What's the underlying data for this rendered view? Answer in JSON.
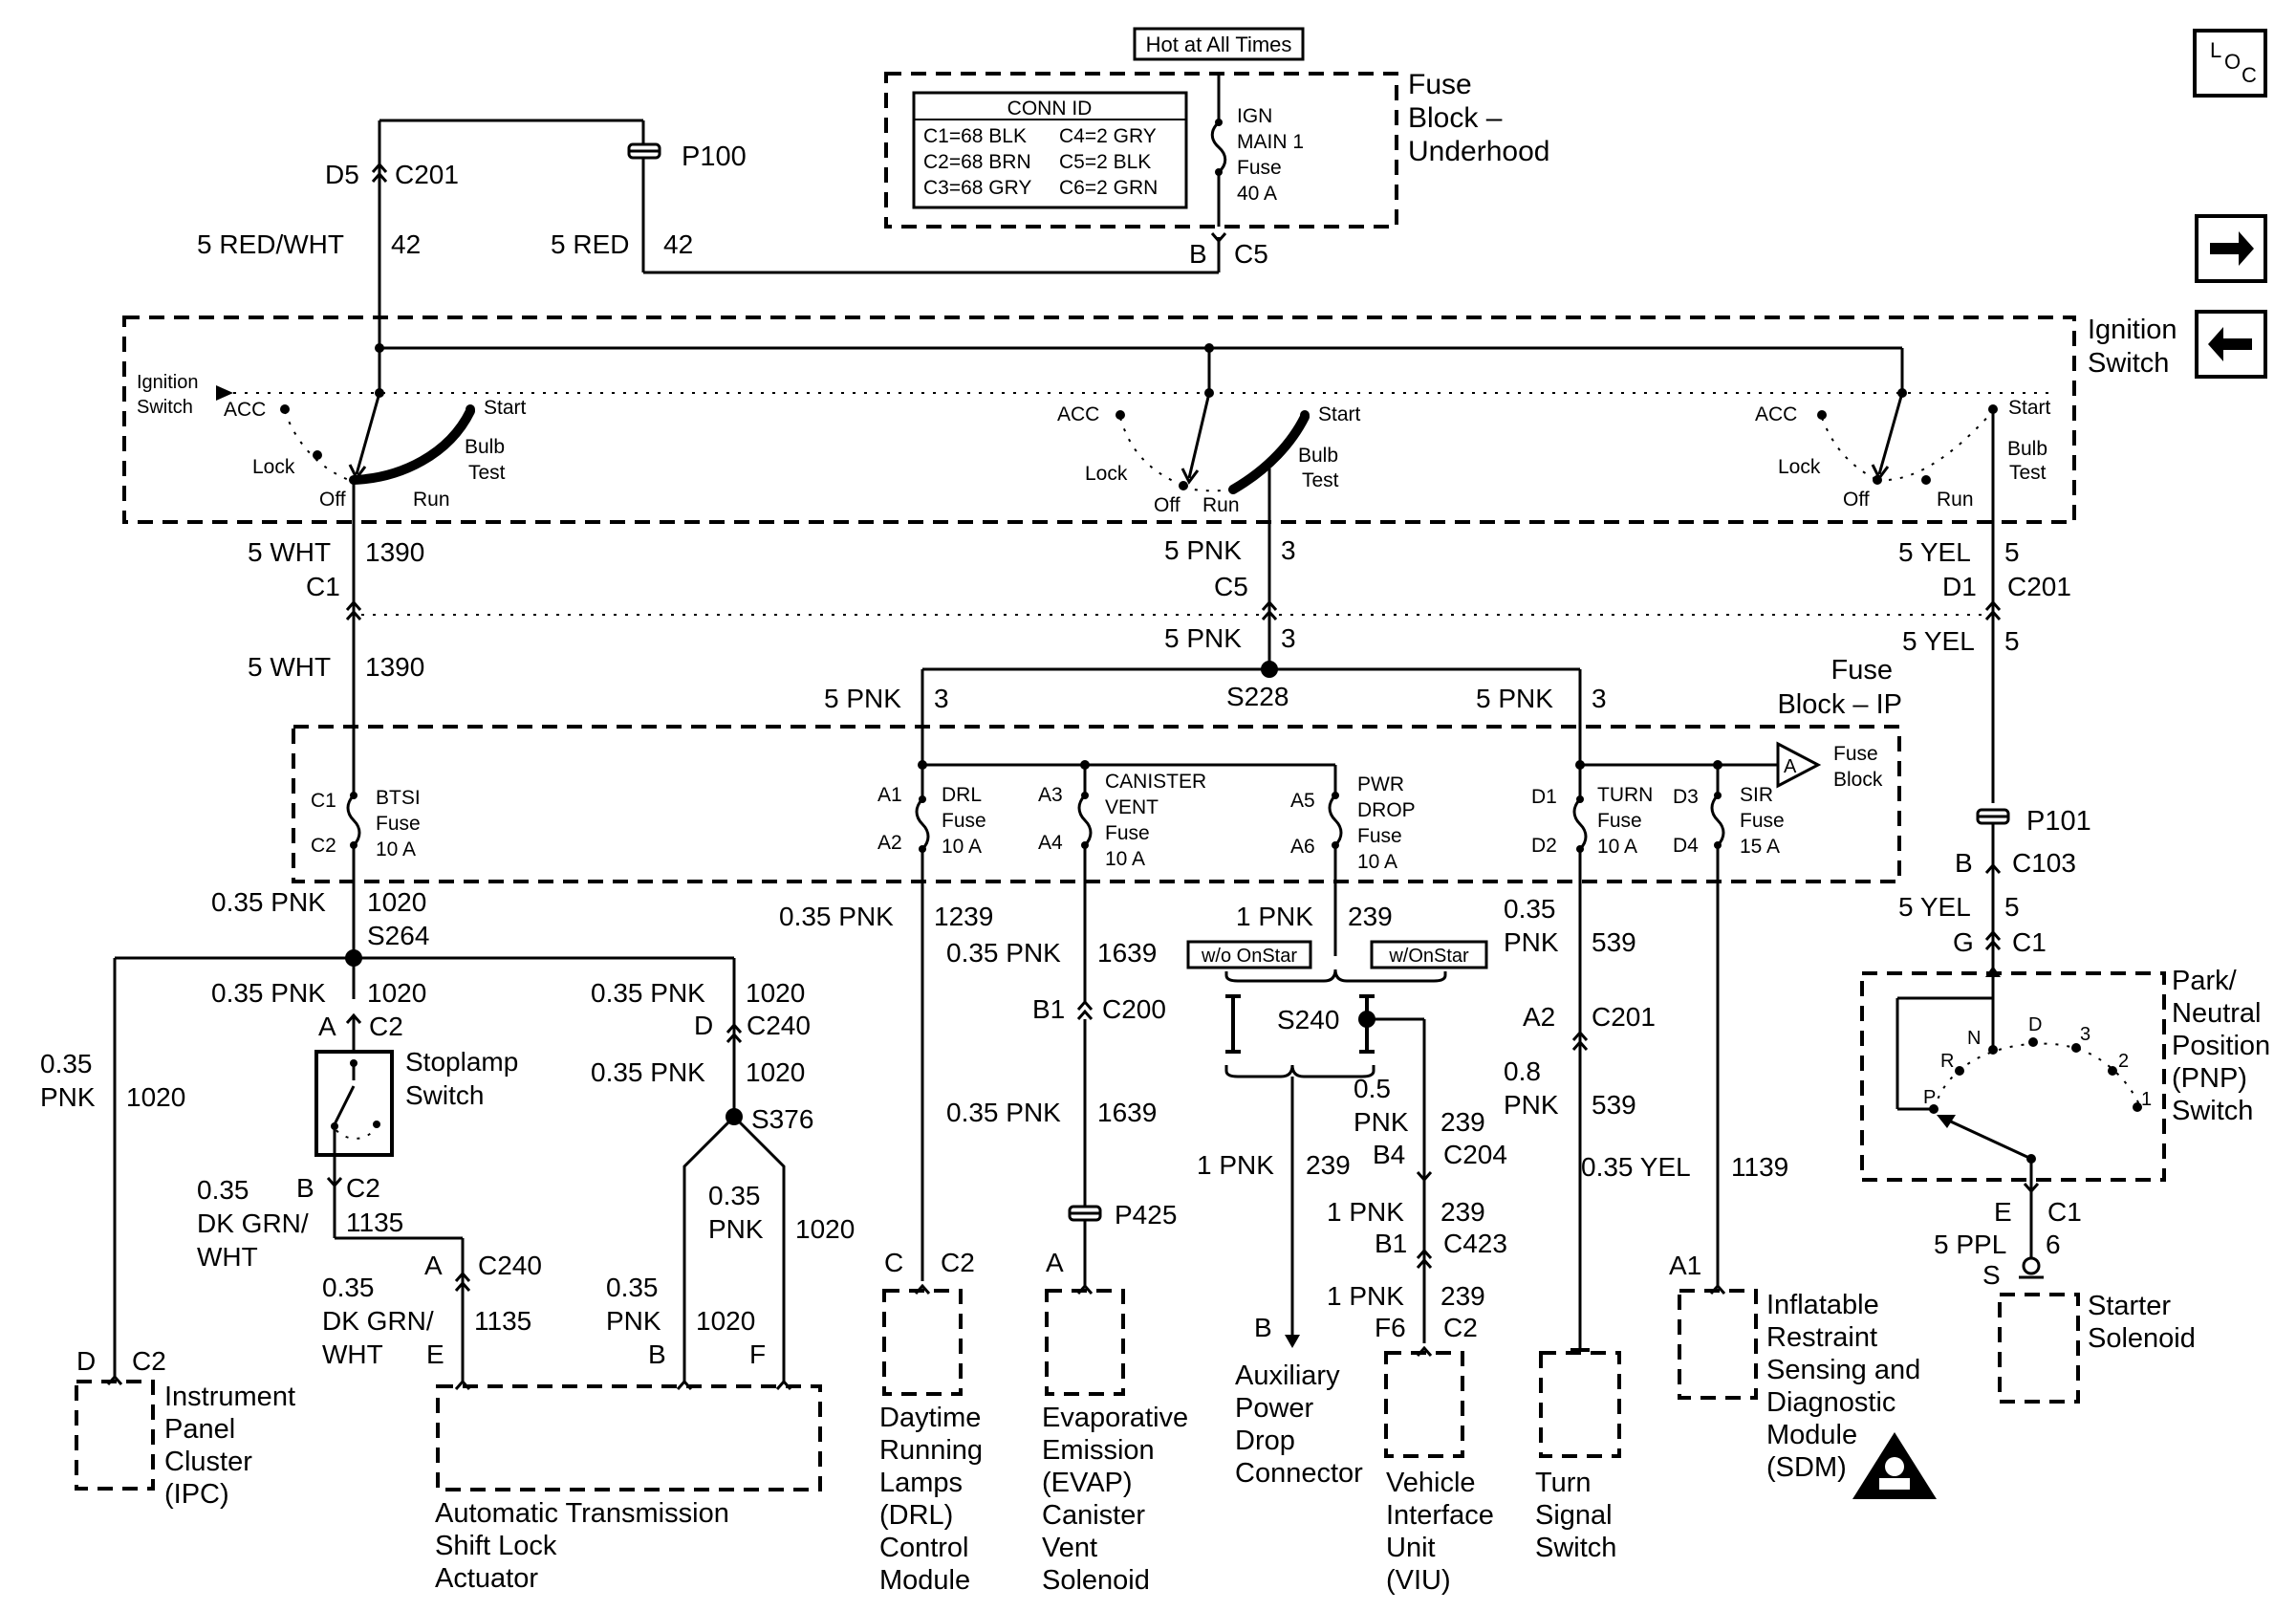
{
  "header": {
    "hot_label": "Hot at All Times",
    "loc_icon": "L O C",
    "nav_forward_icon": "arrow-right",
    "nav_back_icon": "arrow-left"
  },
  "fuse_block_underhood": {
    "title_lines": [
      "Fuse",
      "Block –",
      "Underhood"
    ],
    "conn_id_title": "CONN ID",
    "conn_ids": [
      "C1=68 BLK",
      "C4=2 GRY",
      "C2=68 BRN",
      "C5=2 BLK",
      "C3=68 GRY",
      "C6=2 GRN"
    ],
    "fuse_lines": [
      "IGN",
      "MAIN 1",
      "Fuse",
      "40 A"
    ],
    "pin": "B",
    "conn": "C5"
  },
  "top_wiring": {
    "d5": "D5",
    "c201": "C201",
    "p100": "P100",
    "left_wire": "5 RED/WHT",
    "left_circuit": "42",
    "right_wire": "5 RED",
    "right_circuit": "42"
  },
  "ignition_switch": {
    "title_lines": [
      "Ignition",
      "Switch"
    ],
    "inner_label_lines": [
      "Ignition",
      "Switch"
    ],
    "positions": {
      "acc": "ACC",
      "lock": "Lock",
      "off": "Off",
      "run": "Run",
      "start": "Start",
      "bulb": "Bulb",
      "test": "Test"
    }
  },
  "switch_outputs": {
    "left_wire": "5 WHT",
    "left_circuit": "1390",
    "left_conn": "C1",
    "mid_wire": "5 PNK",
    "mid_circuit": "3",
    "mid_conn": "C5",
    "right_wire": "5 YEL",
    "right_circuit": "5",
    "right_pin": "D1",
    "right_conn": "C201"
  },
  "splice_s228": {
    "id": "S228",
    "top_wire": "5 PNK",
    "top_circuit": "3",
    "left_wire": "5 PNK",
    "left_circuit": "3",
    "right_wire": "5 PNK",
    "right_circuit": "3",
    "wht_wire": "5 WHT",
    "wht_circuit": "1390",
    "yel_wire": "5 YEL",
    "yel_circuit": "5"
  },
  "fuse_block_ip": {
    "title_lines": [
      "Fuse",
      "Block – IP"
    ],
    "ref_letter": "A",
    "ref_lines": [
      "Fuse",
      "Block"
    ],
    "fuses": [
      {
        "in": "C1",
        "out": "C2",
        "lines": [
          "BTSI",
          "Fuse",
          "10 A"
        ]
      },
      {
        "in": "A1",
        "out": "A2",
        "lines": [
          "DRL",
          "Fuse",
          "10 A"
        ]
      },
      {
        "in": "A3",
        "out": "A4",
        "lines": [
          "CANISTER",
          "VENT",
          "Fuse",
          "10 A"
        ]
      },
      {
        "in": "A5",
        "out": "A6",
        "lines": [
          "PWR",
          "DROP",
          "Fuse",
          "10 A"
        ]
      },
      {
        "in": "D1",
        "out": "D2",
        "lines": [
          "TURN",
          "Fuse",
          "10 A"
        ]
      },
      {
        "in": "D3",
        "out": "D4",
        "lines": [
          "SIR",
          "Fuse",
          "15 A"
        ]
      }
    ]
  },
  "btsi_branch": {
    "wire": "0.35 PNK",
    "circuit": "1020",
    "splice": "S264",
    "ipc_wire_a": "0.35",
    "ipc_wire_b": "PNK",
    "ipc_circuit": "1020",
    "sl_wire": "0.35 PNK",
    "sl_circuit": "1020",
    "sl_pin": "A",
    "sl_conn": "C2",
    "stoplamp_lines": [
      "Stoplamp",
      "Switch"
    ],
    "b_pin": "B",
    "b_conn": "C2",
    "grn_a": "0.35",
    "grn_b": "DK GRN/",
    "grn_c": "WHT",
    "grn_circuit": "1135",
    "c240_pin": "A",
    "c240_conn": "C240",
    "grn2_a": "0.35",
    "grn2_b": "DK GRN/",
    "grn2_c": "WHT",
    "grn2_circuit": "1135",
    "e_pin": "E",
    "d_wire": "0.35 PNK",
    "d_circuit": "1020",
    "d_pin": "D",
    "d_conn": "C240",
    "s376_wire": "0.35 PNK",
    "s376_circuit": "1020",
    "s376": "S376",
    "b_leg_a": "0.35",
    "b_leg_b": "PNK",
    "b_leg_circuit": "1020",
    "b_leg_pin": "B",
    "f_leg_a": "0.35",
    "f_leg_b": "PNK",
    "f_leg_circuit": "1020",
    "f_leg_pin": "F",
    "ipc_pin": "D",
    "ipc_conn": "C2",
    "ipc_lines": [
      "Instrument",
      "Panel",
      "Cluster",
      "(IPC)"
    ],
    "atsla_lines": [
      "Automatic Transmission",
      "Shift Lock",
      "Actuator"
    ]
  },
  "drl_branch": {
    "wire": "0.35 PNK",
    "circuit": "1239",
    "pin": "C",
    "conn": "C2",
    "module_lines": [
      "Daytime",
      "Running",
      "Lamps",
      "(DRL)",
      "Control",
      "Module"
    ]
  },
  "evap_branch": {
    "wire": "0.35 PNK",
    "circuit": "1639",
    "pin": "B1",
    "conn": "C200",
    "wire2": "0.35 PNK",
    "circuit2": "1639",
    "p425": "P425",
    "pin2": "A",
    "module_lines": [
      "Evaporative",
      "Emission",
      "(EVAP)",
      "Canister",
      "Vent",
      "Solenoid"
    ]
  },
  "pwr_drop_branch": {
    "wire": "1 PNK",
    "circuit": "239",
    "opt_without": "w/o OnStar",
    "opt_with": "w/OnStar",
    "splice": "S240",
    "apd_wire": "1 PNK",
    "apd_circuit": "239",
    "apd_pin": "B",
    "apd_lines": [
      "Auxiliary",
      "Power",
      "Drop",
      "Connector"
    ],
    "w_a": "0.5",
    "w_b": "PNK",
    "w_circuit": "239",
    "b4_pin": "B4",
    "c204": "C204",
    "w2": "1 PNK",
    "w2_circuit": "239",
    "b1_pin": "B1",
    "c423": "C423",
    "w3": "1 PNK",
    "w3_circuit": "239",
    "f6_pin": "F6",
    "c2": "C2",
    "viu_lines": [
      "Vehicle",
      "Interface",
      "Unit",
      "(VIU)"
    ]
  },
  "turn_branch": {
    "w_a": "0.35",
    "w_b": "PNK",
    "circuit": "539",
    "pin": "A2",
    "conn": "C201",
    "w2_a": "0.8",
    "w2_b": "PNK",
    "circuit2": "539",
    "switch_lines": [
      "Turn",
      "Signal",
      "Switch"
    ]
  },
  "sir_branch": {
    "wire": "0.35 YEL",
    "circuit": "1139",
    "pin": "A1",
    "module_lines": [
      "Inflatable",
      "Restraint",
      "Sensing and",
      "Diagnostic",
      "Module",
      "(SDM)"
    ]
  },
  "pnp_branch": {
    "p101": "P101",
    "b_pin": "B",
    "c103": "C103",
    "wire": "5 YEL",
    "circuit": "5",
    "g_pin": "G",
    "c1": "C1",
    "switch_lines": [
      "Park/",
      "Neutral",
      "Position",
      "(PNP)",
      "Switch"
    ],
    "gears": {
      "r": "R",
      "n": "N",
      "d": "D",
      "three": "3",
      "two": "2",
      "one": "1",
      "p": "P"
    },
    "e_pin": "E",
    "e_conn": "C1",
    "ppl_wire": "5 PPL",
    "ppl_circuit": "6",
    "s_pin": "S",
    "starter_lines": [
      "Starter",
      "Solenoid"
    ]
  }
}
